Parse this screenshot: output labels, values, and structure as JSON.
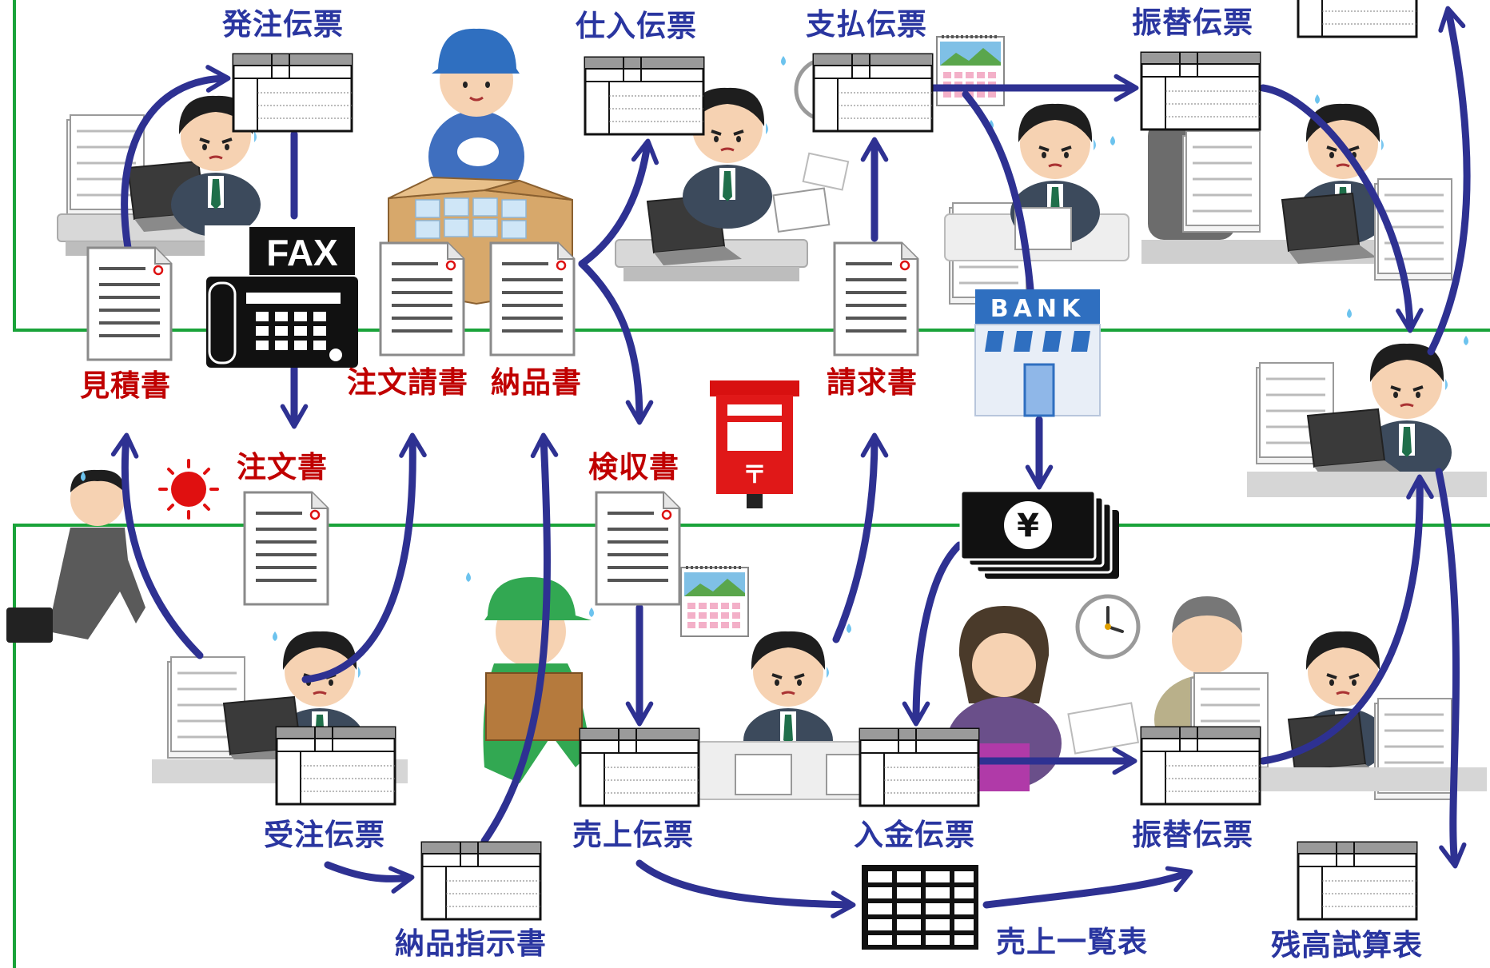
{
  "colors": {
    "arrow": "#2e3192",
    "divider": "#1aa33a",
    "slip_label": "#2a36a0",
    "document_label": "#c00000"
  },
  "labels": {
    "hatchu_denpyo": "発注伝票",
    "shiire_denpyo": "仕入伝票",
    "shiharai_denpyo": "支払伝票",
    "furikae_denpyo_top": "振替伝票",
    "mitsumorisho": "見積書",
    "chumon_ukesho": "注文請書",
    "nohinsho": "納品書",
    "seikyusho": "請求書",
    "chumonsho": "注文書",
    "kenshusho": "検収書",
    "juchu_denpyo": "受注伝票",
    "uriage_denpyo": "売上伝票",
    "nyukin_denpyo": "入金伝票",
    "furikae_denpyo_bottom": "振替伝票",
    "nohin_shijisho": "納品指示書",
    "uriage_ichiranhyo": "売上一覧表",
    "zandaka_shisanhyo": "残高試算表"
  },
  "signs": {
    "fax": "FAX",
    "bank": "BANK",
    "yen": "¥",
    "post": "〒"
  },
  "icons": [
    "fax-machine-icon",
    "bank-building-icon",
    "yen-banknotes-icon",
    "post-box-icon",
    "clock-icon",
    "calendar-icon",
    "cardboard-box-icon",
    "sun-icon",
    "spreadsheet-table-icon",
    "office-worker-illustration",
    "delivery-person-illustration",
    "salesman-illustration"
  ]
}
